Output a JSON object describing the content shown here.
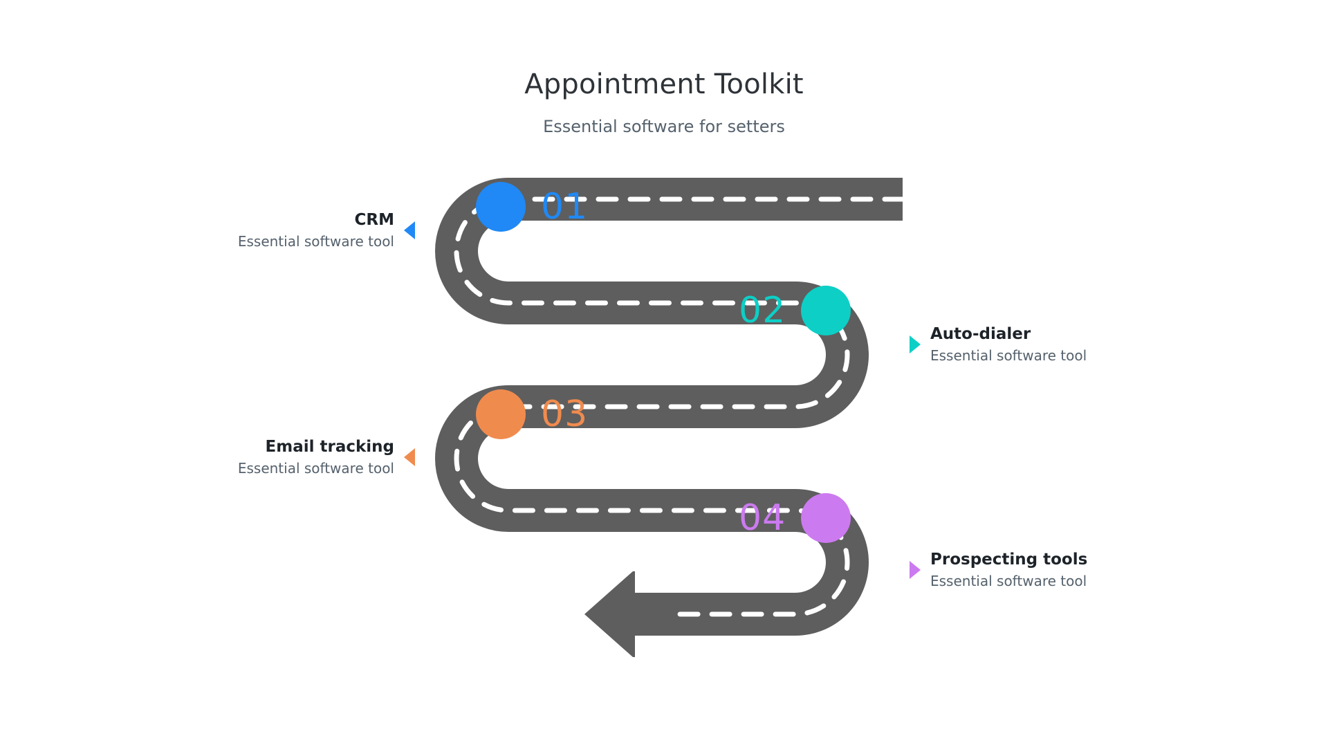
{
  "header": {
    "title": "Appointment Toolkit",
    "subtitle": "Essential software for setters"
  },
  "colors": {
    "road": "#5e5e5e",
    "lane_dash": "#ffffff",
    "background": "#ffffff",
    "title": "#2e3338",
    "subtitle": "#55616c",
    "label_title": "#1d2329",
    "label_desc": "#55616c"
  },
  "steps": [
    {
      "number": "01",
      "title": "CRM",
      "description": "Essential software tool",
      "color": "#2089f5",
      "side": "left",
      "marker_icon": "circle-marker",
      "pointer_icon": "triangle-left-icon"
    },
    {
      "number": "02",
      "title": "Auto-dialer",
      "description": "Essential software tool",
      "color": "#0dcfc6",
      "side": "right",
      "marker_icon": "circle-marker",
      "pointer_icon": "triangle-right-icon"
    },
    {
      "number": "03",
      "title": "Email tracking",
      "description": "Essential software tool",
      "color": "#f08b4e",
      "side": "left",
      "marker_icon": "circle-marker",
      "pointer_icon": "triangle-left-icon"
    },
    {
      "number": "04",
      "title": "Prospecting tools",
      "description": "Essential software tool",
      "color": "#cc7af0",
      "side": "right",
      "marker_icon": "circle-marker",
      "pointer_icon": "triangle-right-icon"
    }
  ],
  "road": {
    "arrow_icon": "arrow-left-icon",
    "direction": "right-to-left-terminus"
  }
}
